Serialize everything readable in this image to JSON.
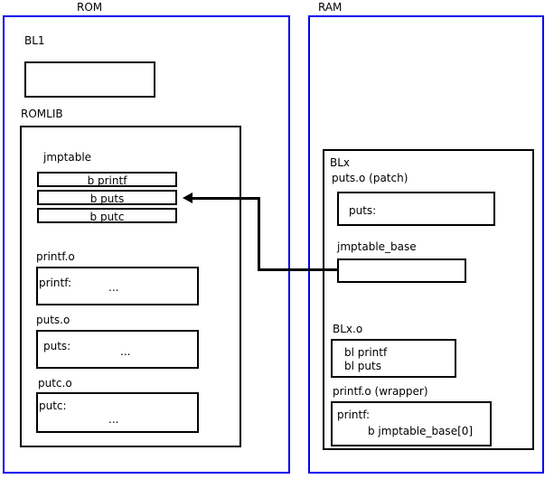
{
  "diagram": {
    "regions": [
      {
        "name": "ROM",
        "label": "ROM"
      },
      {
        "name": "RAM",
        "label": "RAM"
      }
    ]
  },
  "rom": {
    "label": "ROM",
    "bl1": {
      "label": "BL1",
      "body": ""
    },
    "romlib": {
      "label": "ROMLIB",
      "jmptable": {
        "label": "jmptable",
        "entries": [
          "b printf",
          "b puts",
          "b putc"
        ]
      },
      "objects": [
        {
          "label": "printf.o",
          "symbol": "printf:",
          "body": "..."
        },
        {
          "label": "puts.o",
          "symbol": "puts:",
          "body": "..."
        },
        {
          "label": "putc.o",
          "symbol": "putc:",
          "body": "..."
        }
      ]
    }
  },
  "ram": {
    "label": "RAM",
    "blx": {
      "label": "BLx",
      "puts_patch": {
        "label": "puts.o (patch)",
        "symbol": "puts:"
      },
      "jmptable_base": {
        "label": "jmptable_base",
        "body": ""
      },
      "blx_o": {
        "label": "BLx.o",
        "line1": "bl printf",
        "line2": "bl puts"
      },
      "printf_wrapper": {
        "label": "printf.o (wrapper)",
        "symbol": "printf:",
        "branch": "b jmptable_base[0]"
      }
    }
  },
  "connector": {
    "name": "jmptable-base-to-jmptable-puts",
    "from": "jmptable_base",
    "to": "jmptable entry b puts",
    "color": "#000000"
  },
  "colors": {
    "region_border": "#0000ee",
    "box_border": "#000000",
    "background": "#ffffff",
    "text": "#000000"
  }
}
